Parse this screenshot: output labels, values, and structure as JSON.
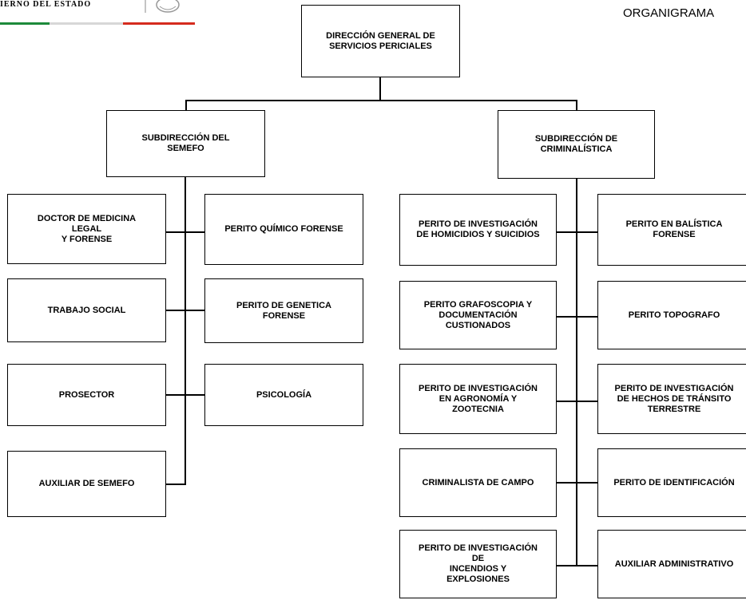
{
  "header": {
    "government_text": "IERNO DEL ESTADO",
    "title": "ORGANIGRAMA",
    "flag_colors": [
      "#1d8a3a",
      "#d7d7d7",
      "#d52b1e"
    ]
  },
  "root": "DIRECCIÓN GENERAL DE\nSERVICIOS PERICIALES",
  "left_branch": {
    "head": "SUBDIRECCIÓN DEL\nSEMEFO",
    "left_items": [
      "DOCTOR DE MEDICINA\nLEGAL\nY FORENSE",
      "TRABAJO SOCIAL",
      "PROSECTOR",
      "AUXILIAR DE SEMEFO"
    ],
    "right_items": [
      "PERITO QUÍMICO FORENSE",
      "PERITO DE GENETICA\nFORENSE",
      "PSICOLOGÍA"
    ]
  },
  "right_branch": {
    "head": "SUBDIRECCIÓN DE\nCRIMINALÍSTICA",
    "left_items": [
      "PERITO DE INVESTIGACIÓN\nDE HOMICIDIOS Y SUICIDIOS",
      "PERITO GRAFOSCOPIA Y\nDOCUMENTACIÓN\nCUSTIONADOS",
      "PERITO DE INVESTIGACIÓN\nEN AGRONOMÍA Y\nZOOTECNIA",
      "CRIMINALISTA DE CAMPO",
      "PERITO DE INVESTIGACIÓN\nDE\nINCENDIOS Y\nEXPLOSIONES"
    ],
    "right_items": [
      "PERITO EN BALÍSTICA\nFORENSE",
      "PERITO TOPOGRAFO",
      "PERITO DE INVESTIGACIÓN\nDE HECHOS DE TRÁNSITO\nTERRESTRE",
      "PERITO DE IDENTIFICACIÓN",
      "AUXILIAR ADMINISTRATIVO"
    ]
  }
}
